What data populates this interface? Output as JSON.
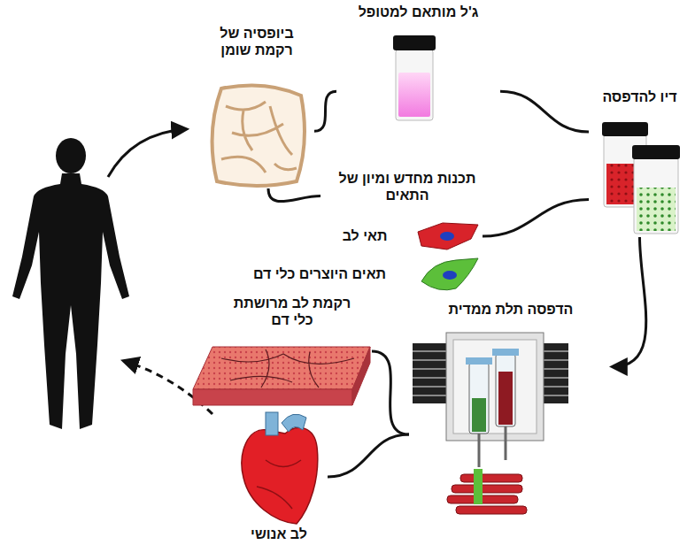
{
  "diagram": {
    "nodes": [
      {
        "text": [
          "ג'ל מותאם למטופל"
        ]
      },
      {
        "text": [
          "ביופסיה של רקמת שומן"
        ]
      },
      {
        "text": [
          "דיו להדפסה"
        ]
      },
      {
        "text": [
          "תכנות מחדש ומיון של התאים"
        ]
      },
      {
        "text": [
          "תאי לב"
        ]
      },
      {
        "text": [
          "תאים היוצרים כלי דם"
        ]
      },
      {
        "text": [
          "הדפסה תלת ממדית"
        ]
      },
      {
        "text": [
          "רקמת לב מרושתת כלי דם"
        ]
      },
      {
        "text": [
          "לב אנושי"
        ]
      }
    ],
    "edges": [
      {
        "from": 1,
        "to": 0,
        "arrow": "none"
      },
      {
        "from": 1,
        "to": 3,
        "arrow": "none"
      },
      {
        "from": 0,
        "to": 2,
        "arrow": "none"
      },
      {
        "from": 4,
        "to": 2,
        "arrow": "none"
      },
      {
        "from": 2,
        "to": 6,
        "arrow": "to"
      },
      {
        "from": 6,
        "to": 7,
        "arrow": "none"
      },
      {
        "from": 6,
        "to": 8,
        "arrow": "none"
      }
    ]
  }
}
